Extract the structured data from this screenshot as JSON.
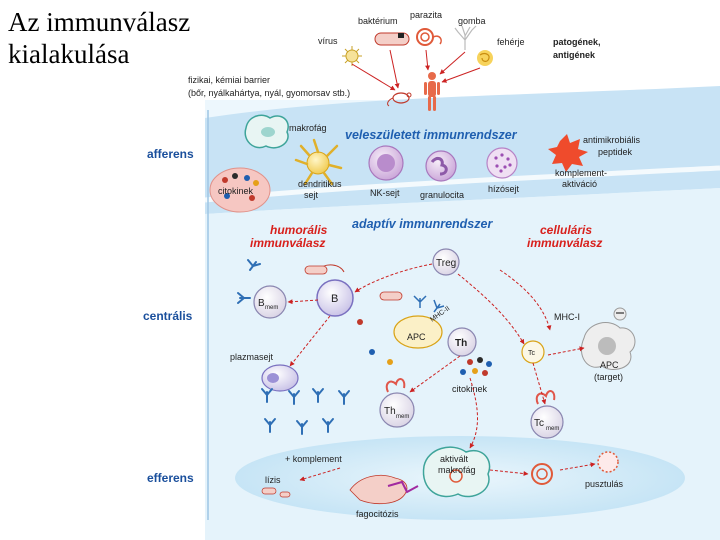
{
  "title": {
    "line1": "Az immunválasz",
    "line2": "kialakulása"
  },
  "diagram": {
    "pathogens": {
      "bacterium": "baktérium",
      "parasite": "parazita",
      "fungus": "gomba",
      "virus": "vírus",
      "protein": "fehérje",
      "heading_line1": "patogének,",
      "heading_line2": "antigének"
    },
    "barrier": {
      "line1": "fizikai, kémiai barrier",
      "line2": "(bőr, nyálkahártya, nyál, gyomorsav stb.)"
    },
    "stages": {
      "afferent": "afferens",
      "central": "centrális",
      "efferent": "efferens"
    },
    "innate": {
      "heading": "veleszületett immunrendszer",
      "macrophage": "makrofág",
      "cytokines": "citokinek",
      "dendritic_line1": "dendritikus",
      "dendritic_line2": "sejt",
      "nk_cell": "NK-sejt",
      "granulocyte": "granulocita",
      "mast_cell": "hízósejt",
      "antimicrobial_line1": "antimikrobiális",
      "antimicrobial_line2": "peptidek",
      "complement_line1": "komplement-",
      "complement_line2": "aktiváció"
    },
    "adaptive": {
      "heading": "adaptív immunrendszer",
      "humoral_line1": "humorális",
      "humoral_line2": "immunválasz",
      "cellular_line1": "celluláris",
      "cellular_line2": "immunválasz",
      "treg": "Treg",
      "b_mem": "B",
      "b_mem_sub": "mem",
      "b_cell": "B",
      "mhc2": "MHC-II",
      "apc": "APC",
      "th": "Th",
      "tc": "Tc",
      "mhc1": "MHC-I",
      "apc_target_line1": "APC",
      "apc_target_line2": "(target)",
      "plasma_cell": "plazmasejt",
      "cytokines": "citokinek",
      "th_mem": "Th",
      "th_mem_sub": "mem",
      "tc_mem": "Tc",
      "tc_mem_sub": "mem"
    },
    "effector": {
      "complement": "+ komplement",
      "lysis": "lízis",
      "activated_line1": "aktivált",
      "activated_line2": "makrofág",
      "phagocytosis": "fagocitózis",
      "killing": "pusztulás"
    }
  },
  "colors": {
    "innate_band": "#c8e3f5",
    "adaptive_zone": "#e3f2fb",
    "efferent_pool": "#d4ecf8",
    "stage_label": "#1a4f9c",
    "red_heading": "#d8201c",
    "antibody": "#2f6fb5"
  }
}
